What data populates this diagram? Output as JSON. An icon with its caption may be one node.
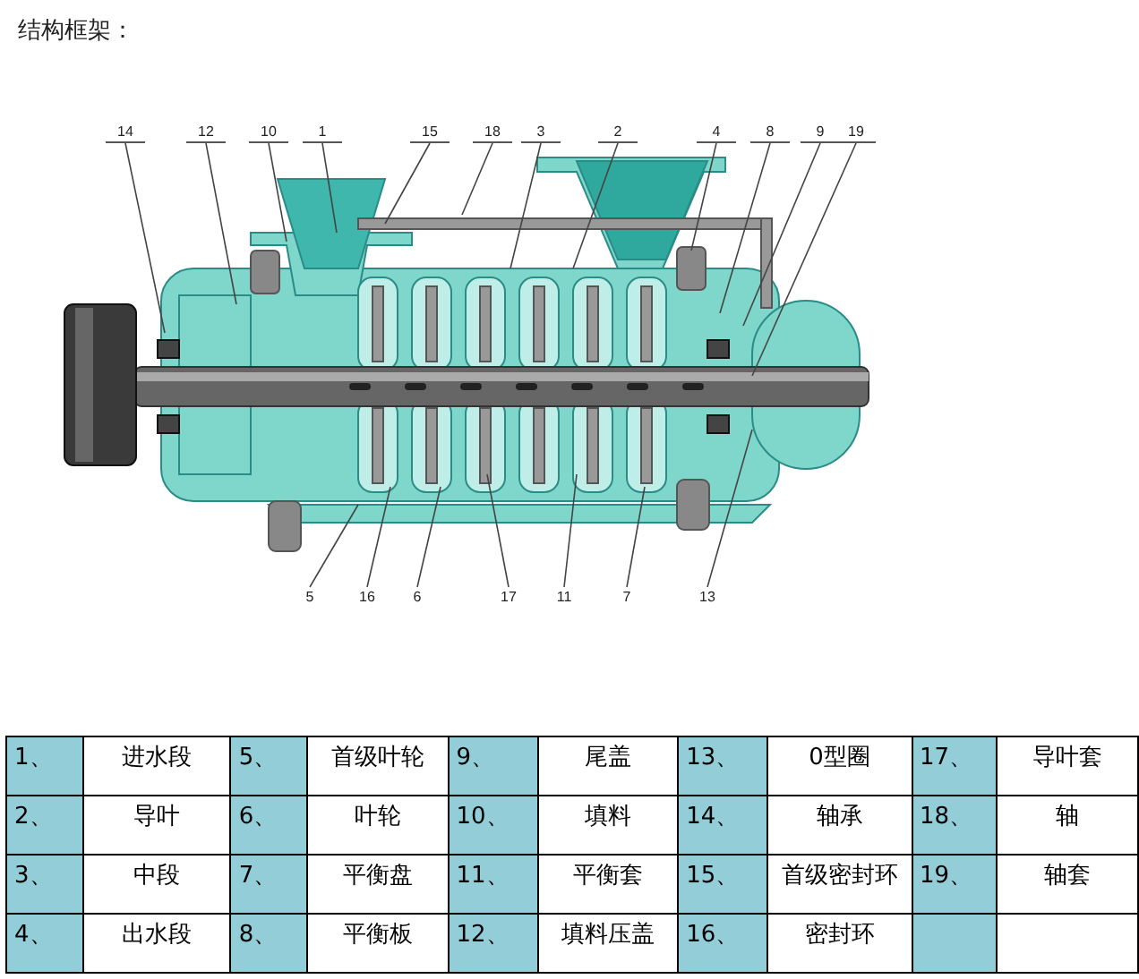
{
  "diagram": {
    "title": "结构框架：",
    "nodes": [
      {
        "text": [
          "14"
        ]
      },
      {
        "text": [
          "12"
        ]
      },
      {
        "text": [
          "10"
        ]
      },
      {
        "text": [
          "1"
        ]
      },
      {
        "text": [
          "15"
        ]
      },
      {
        "text": [
          "18"
        ]
      },
      {
        "text": [
          "3"
        ]
      },
      {
        "text": [
          "2"
        ]
      },
      {
        "text": [
          "4"
        ]
      },
      {
        "text": [
          "8"
        ]
      },
      {
        "text": [
          "9"
        ]
      },
      {
        "text": [
          "19"
        ]
      },
      {
        "text": [
          "5"
        ]
      },
      {
        "text": [
          "16"
        ]
      },
      {
        "text": [
          "6"
        ]
      },
      {
        "text": [
          "17"
        ]
      },
      {
        "text": [
          "11"
        ]
      },
      {
        "text": [
          "7"
        ]
      },
      {
        "text": [
          "13"
        ]
      }
    ],
    "edges": [
      {
        "from": 0,
        "to": null,
        "arrow": "none"
      },
      {
        "from": 1,
        "to": null,
        "arrow": "none"
      },
      {
        "from": 2,
        "to": null,
        "arrow": "none"
      },
      {
        "from": 3,
        "to": null,
        "arrow": "none"
      },
      {
        "from": 4,
        "to": null,
        "arrow": "none"
      },
      {
        "from": 5,
        "to": null,
        "arrow": "none"
      },
      {
        "from": 6,
        "to": null,
        "arrow": "none"
      },
      {
        "from": 7,
        "to": null,
        "arrow": "none"
      },
      {
        "from": 8,
        "to": null,
        "arrow": "none"
      },
      {
        "from": 9,
        "to": null,
        "arrow": "none"
      },
      {
        "from": 10,
        "to": null,
        "arrow": "none"
      },
      {
        "from": 11,
        "to": null,
        "arrow": "none"
      },
      {
        "from": 12,
        "to": null,
        "arrow": "none"
      },
      {
        "from": 13,
        "to": null,
        "arrow": "none"
      },
      {
        "from": 14,
        "to": null,
        "arrow": "none"
      },
      {
        "from": 15,
        "to": null,
        "arrow": "none"
      },
      {
        "from": 16,
        "to": null,
        "arrow": "none"
      },
      {
        "from": 17,
        "to": null,
        "arrow": "none"
      },
      {
        "from": 18,
        "to": null,
        "arrow": "none"
      }
    ],
    "labels": [
      "1、",
      "进水段",
      "5、",
      "首级叶轮",
      "9、",
      "尾盖",
      "13、",
      "0型圈",
      "17、",
      "导叶套",
      "2、",
      "导叶",
      "6、",
      "叶轮",
      "10、",
      "填料",
      "14、",
      "轴承",
      "18、",
      "轴",
      "3、",
      "中段",
      "7、",
      "平衡盘",
      "11、",
      "平衡套",
      "15、",
      "首级密封环",
      "19、",
      "轴套",
      "4、",
      "出水段",
      "8、",
      "平衡板",
      "12、",
      "填料压盖",
      "16、",
      "密封环"
    ]
  }
}
